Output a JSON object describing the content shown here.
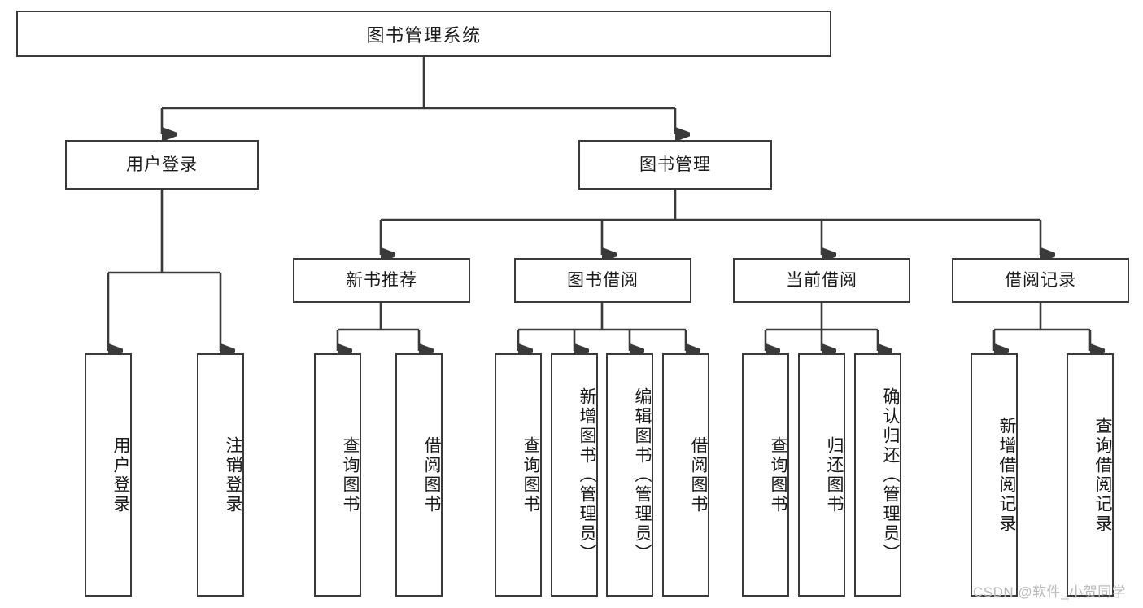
{
  "diagram": {
    "title": "图书管理系统",
    "type": "hierarchy-tree",
    "levels": 4
  },
  "root": {
    "label": "图书管理系统"
  },
  "branches": [
    {
      "id": "user-login",
      "label": "用户登录",
      "children": [
        {
          "id": "user-login-do",
          "label": "用户登录"
        },
        {
          "id": "user-logout",
          "label": "注销登录"
        }
      ]
    },
    {
      "id": "book-management",
      "label": "图书管理",
      "groups": [
        {
          "id": "new-book-recommend",
          "label": "新书推荐",
          "children": [
            {
              "id": "query-book-1",
              "label": "查询图书"
            },
            {
              "id": "borrow-book-1",
              "label": "借阅图书"
            }
          ]
        },
        {
          "id": "book-borrow",
          "label": "图书借阅",
          "children": [
            {
              "id": "query-book-2",
              "label": "查询图书"
            },
            {
              "id": "add-book",
              "label": "新增图书（管理员）"
            },
            {
              "id": "edit-book",
              "label": "编辑图书（管理员）"
            },
            {
              "id": "borrow-book-2",
              "label": "借阅图书"
            }
          ]
        },
        {
          "id": "current-borrow",
          "label": "当前借阅",
          "children": [
            {
              "id": "query-book-3",
              "label": "查询图书"
            },
            {
              "id": "return-book",
              "label": "归还图书"
            },
            {
              "id": "confirm-return",
              "label": "确认归还（管理员）"
            }
          ]
        },
        {
          "id": "borrow-record",
          "label": "借阅记录",
          "children": [
            {
              "id": "add-borrow-record",
              "label": "新增借阅记录"
            },
            {
              "id": "query-borrow-record",
              "label": "查询借阅记录"
            }
          ]
        }
      ]
    }
  ],
  "watermark": {
    "text": "CSDN @软件_小贺同学"
  },
  "colors": {
    "border": "#3a3a3a",
    "background": "#ffffff",
    "text": "#1a1a1a",
    "watermark": "#b9b9b9"
  }
}
